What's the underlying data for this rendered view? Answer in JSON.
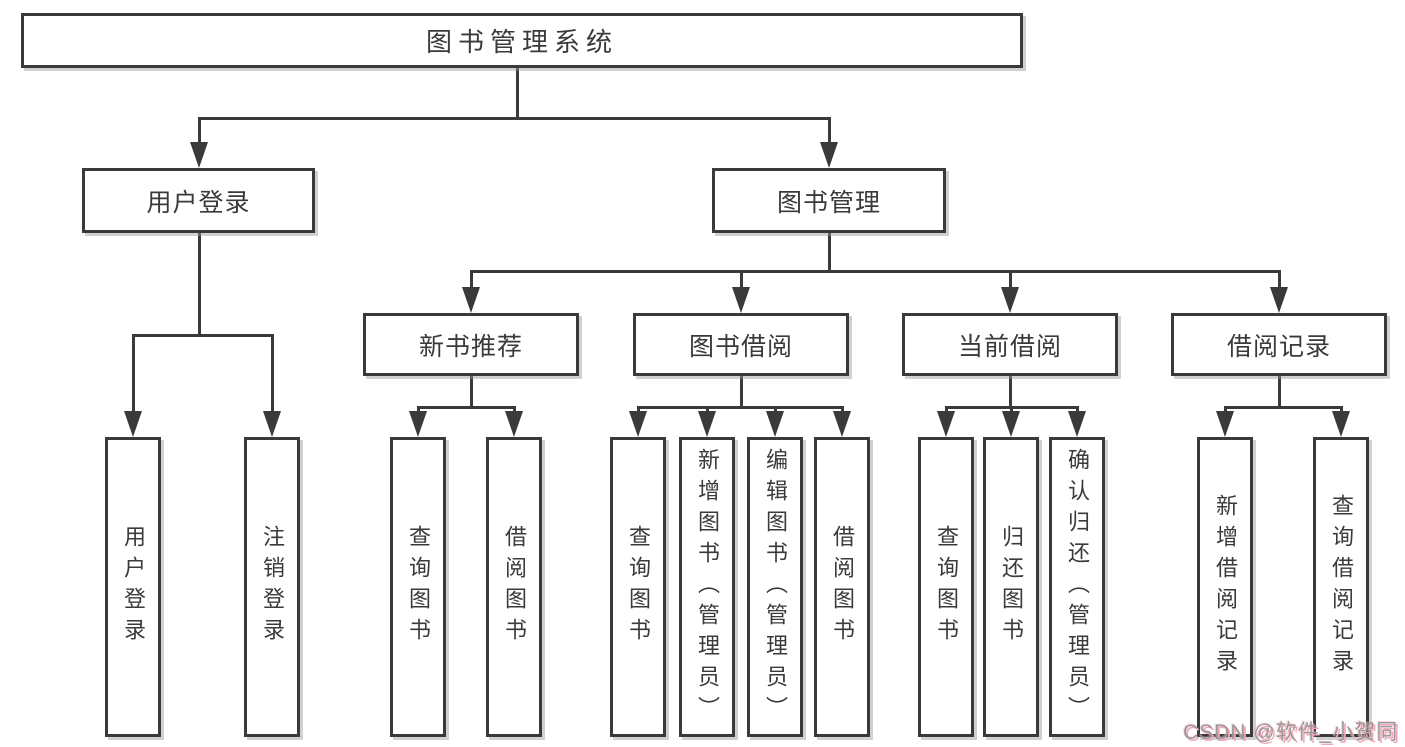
{
  "theme": {
    "line": "#3a3a3a",
    "box_bg": "#ffffff",
    "page_bg": "#ffffff",
    "watermark_gray": "#9a9a9a",
    "watermark_pink": "#f2a8b8"
  },
  "diagram": {
    "root": "图书管理系统",
    "level2": {
      "user": "用户登录",
      "books": "图书管理"
    },
    "user_children": [
      "用户登录",
      "注销登录"
    ],
    "level3": [
      "新书推荐",
      "图书借阅",
      "当前借阅",
      "借阅记录"
    ],
    "new_book_children": [
      "查询图书",
      "借阅图书"
    ],
    "borrow_children": [
      "查询图书",
      "新增图书（管理员）",
      "编辑图书（管理员）",
      "借阅图书"
    ],
    "current_children": [
      "查询图书",
      "归还图书",
      "确认归还（管理员）"
    ],
    "record_children": [
      "新增借阅记录",
      "查询借阅记录"
    ]
  },
  "watermark": "CSDN @软件_小贺同学"
}
